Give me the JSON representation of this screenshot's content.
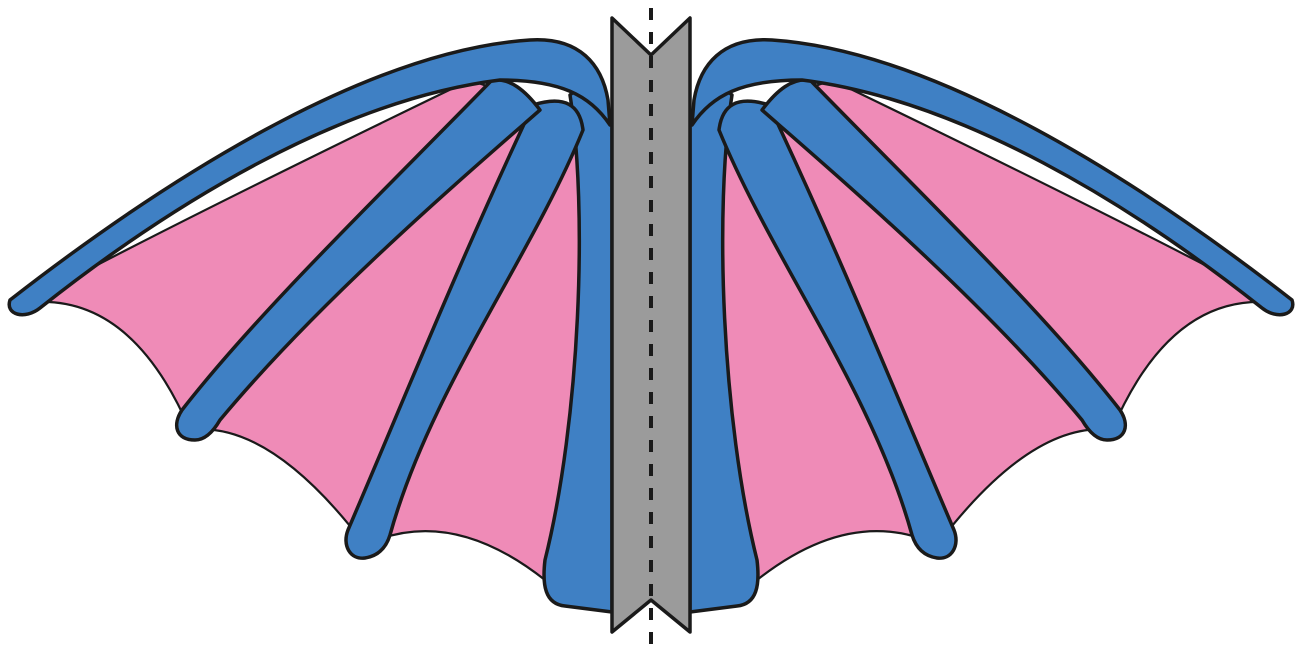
{
  "diagram": {
    "colors": {
      "membrane": "#ef8bb7",
      "bone": "#3f80c4",
      "body": "#9b9b9b",
      "outline": "#1a1a1a",
      "background": "#ffffff"
    },
    "parts": [
      "left-wing",
      "right-wing",
      "body",
      "fold-line"
    ],
    "symmetry": "mirror"
  }
}
